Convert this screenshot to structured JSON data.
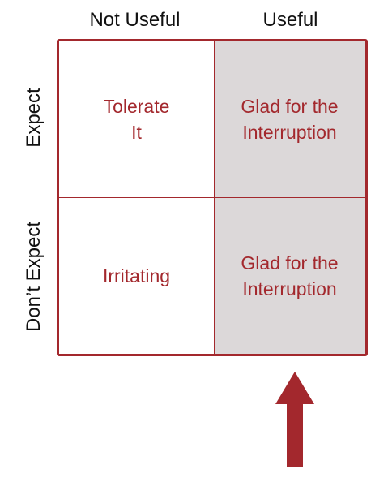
{
  "columns": {
    "left": "Not Useful",
    "right": "Useful"
  },
  "rows": {
    "top": "Expect",
    "bottom": "Don’t Expect"
  },
  "cells": {
    "top_left": {
      "line1": "Tolerate",
      "line2": "It"
    },
    "top_right": {
      "line1": "Glad for the",
      "line2": "Interruption"
    },
    "bottom_left": {
      "line1": "Irritating"
    },
    "bottom_right": {
      "line1": "Glad for the",
      "line2": "Interruption"
    }
  },
  "colors": {
    "accent": "#a3282d",
    "shaded_cell": "#dcd8d9",
    "label_text": "#111111"
  },
  "icons": {
    "arrow": "up-arrow-icon"
  }
}
